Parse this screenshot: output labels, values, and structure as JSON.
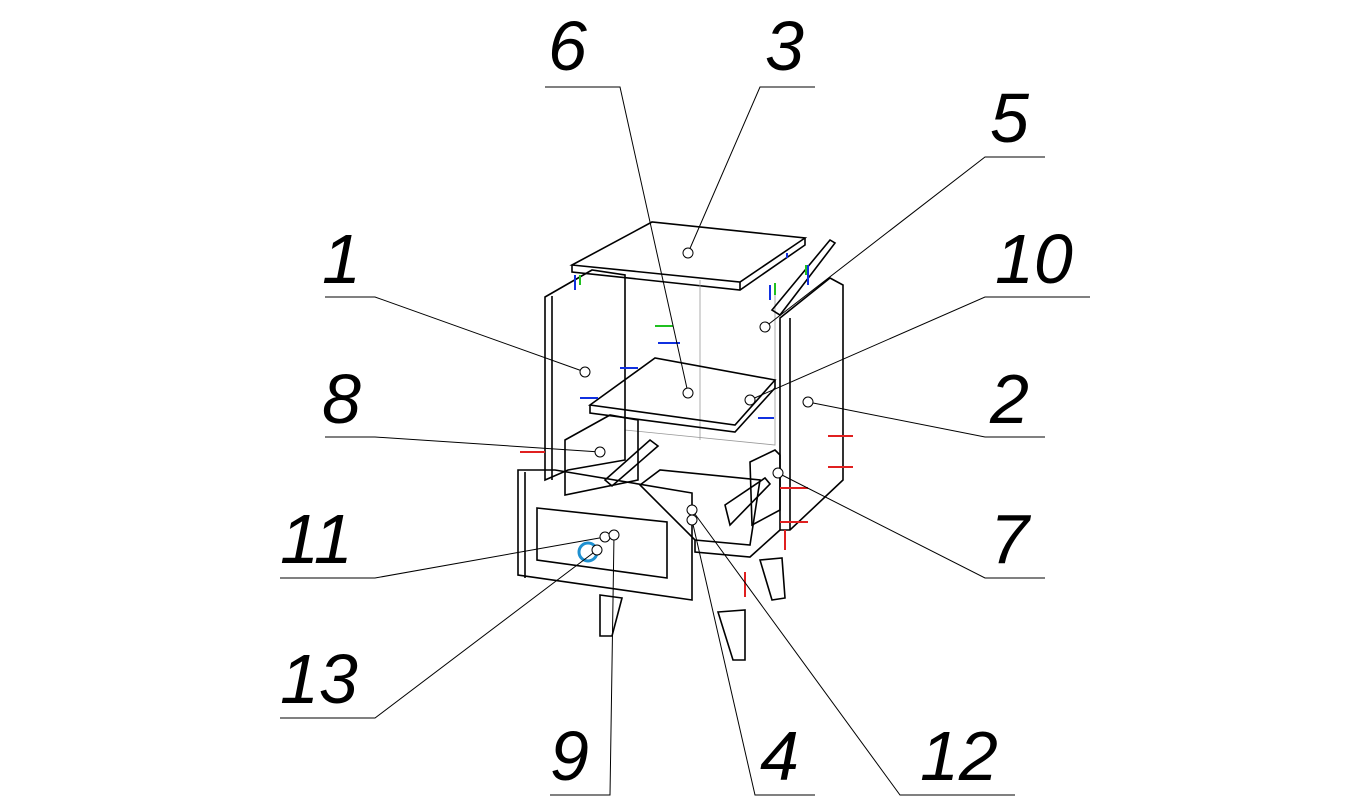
{
  "title": "Exploded assembly drawing of nightstand",
  "callouts": [
    {
      "id": "6",
      "text": "6"
    },
    {
      "id": "3",
      "text": "3"
    },
    {
      "id": "5",
      "text": "5"
    },
    {
      "id": "1",
      "text": "1"
    },
    {
      "id": "10",
      "text": "10"
    },
    {
      "id": "8",
      "text": "8"
    },
    {
      "id": "2",
      "text": "2"
    },
    {
      "id": "11",
      "text": "11"
    },
    {
      "id": "7",
      "text": "7"
    },
    {
      "id": "13",
      "text": "13"
    },
    {
      "id": "9",
      "text": "9"
    },
    {
      "id": "4",
      "text": "4"
    },
    {
      "id": "12",
      "text": "12"
    }
  ],
  "colors": {
    "fastener_red": "#e02020",
    "fastener_blue": "#1030e0",
    "fastener_green": "#20c020",
    "handle": "#1e90d0"
  }
}
